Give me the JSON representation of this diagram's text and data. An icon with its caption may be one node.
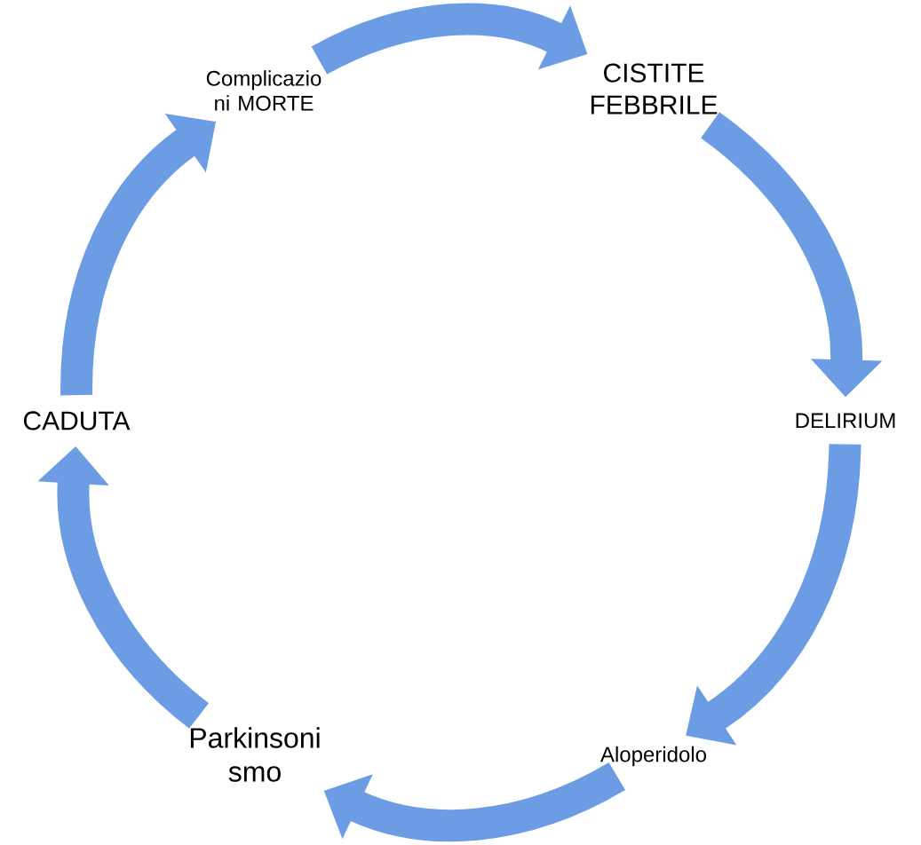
{
  "diagram": {
    "nodes": [
      {
        "text": [
          "Complicazio ni MORTE"
        ]
      },
      {
        "text": [
          "CISTITE FEBBRILE"
        ]
      },
      {
        "text": [
          "DELIRIUM"
        ]
      },
      {
        "text": [
          "Aloperidolo"
        ]
      },
      {
        "text": [
          "Parkinsoni smo"
        ]
      },
      {
        "text": [
          "CADUTA"
        ]
      }
    ],
    "edges": [
      {
        "from": 0,
        "to": 1,
        "arrow": "to"
      },
      {
        "from": 1,
        "to": 2,
        "arrow": "to"
      },
      {
        "from": 2,
        "to": 3,
        "arrow": "to"
      },
      {
        "from": 3,
        "to": 4,
        "arrow": "to"
      },
      {
        "from": 4,
        "to": 5,
        "arrow": "to"
      },
      {
        "from": 5,
        "to": 0,
        "arrow": "to"
      }
    ]
  }
}
